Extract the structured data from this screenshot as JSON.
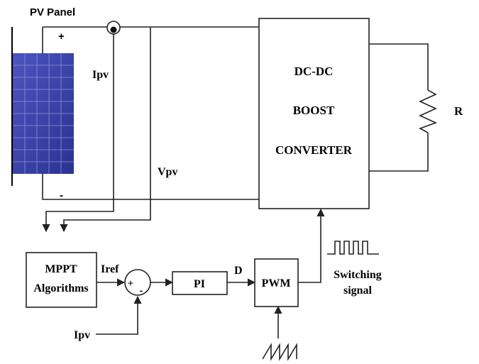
{
  "labels": {
    "pv_panel": "PV Panel",
    "plus": "+",
    "minus": "-",
    "ipv": "Ipv",
    "vpv": "Vpv",
    "converter_line1": "DC-DC",
    "converter_line2": "BOOST",
    "converter_line3": "CONVERTER",
    "resistor": "R",
    "mppt_line1": "MPPT",
    "mppt_line2": "Algorithms",
    "iref": "Iref",
    "sum_plus": "+",
    "sum_minus": "-",
    "pi": "PI",
    "duty": "D",
    "pwm": "PWM",
    "switching_line1": "Switching",
    "switching_line2": "signal",
    "ipv_feedback": "Ipv"
  },
  "colors": {
    "panel_fill": "#3a44a8",
    "panel_grid": "#8a92d8",
    "wire": "#222222"
  }
}
